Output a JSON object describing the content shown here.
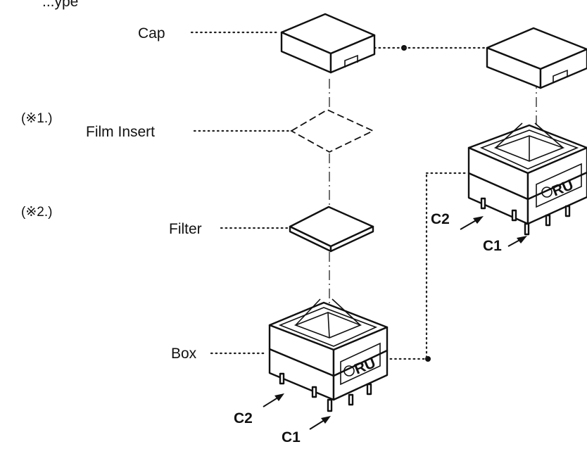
{
  "labels": {
    "cap": "Cap",
    "film_insert": "Film Insert",
    "filter": "Filter",
    "box": "Box"
  },
  "notes": {
    "note1": "(※1.)",
    "note2": "(※2.)"
  },
  "terminals": {
    "c1": "C1",
    "c2": "C2"
  },
  "logo": {
    "text": "RU"
  },
  "partial_top_text": "...ype"
}
